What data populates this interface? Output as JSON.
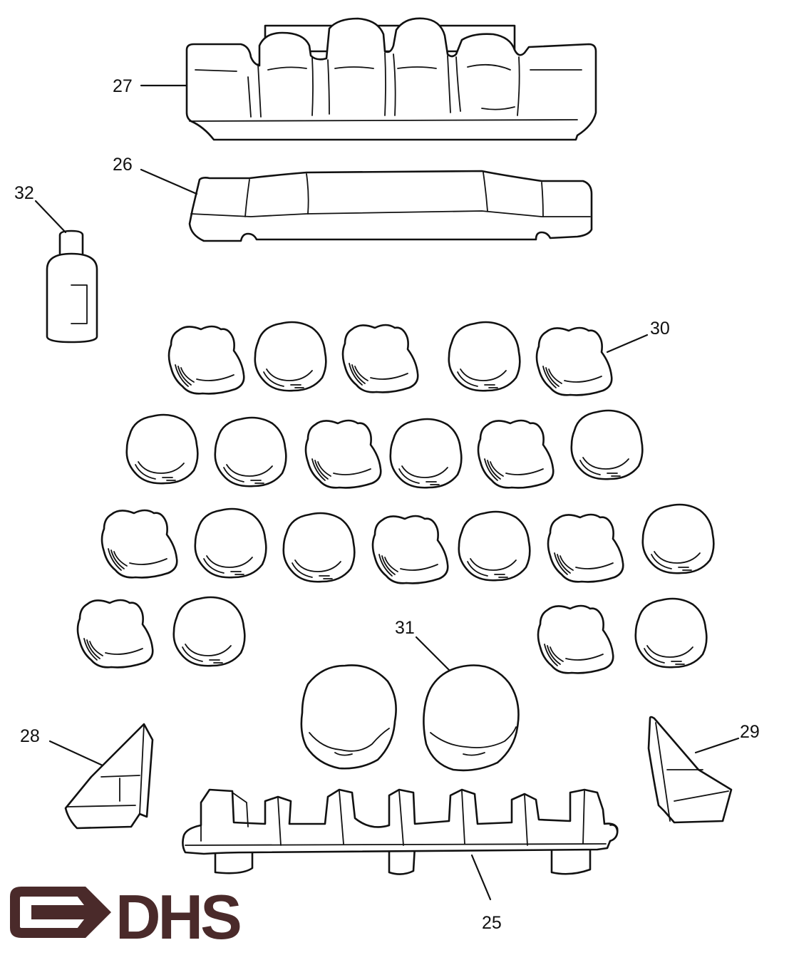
{
  "diagram": {
    "parts": [
      {
        "number": "27",
        "item": "rear log"
      },
      {
        "number": "26",
        "item": "front log"
      },
      {
        "number": "32",
        "item": "bottle"
      },
      {
        "number": "30",
        "item": "ember rock"
      },
      {
        "number": "31",
        "item": "large ember rock"
      },
      {
        "number": "28",
        "item": "left wedge"
      },
      {
        "number": "29",
        "item": "right wedge"
      },
      {
        "number": "25",
        "item": "grate"
      }
    ]
  },
  "colors": {
    "line": "#111111",
    "background": "#ffffff",
    "logo": "#4a2a2a"
  },
  "logo": {
    "text": "DHS",
    "icon": "arrow-right-icon"
  }
}
